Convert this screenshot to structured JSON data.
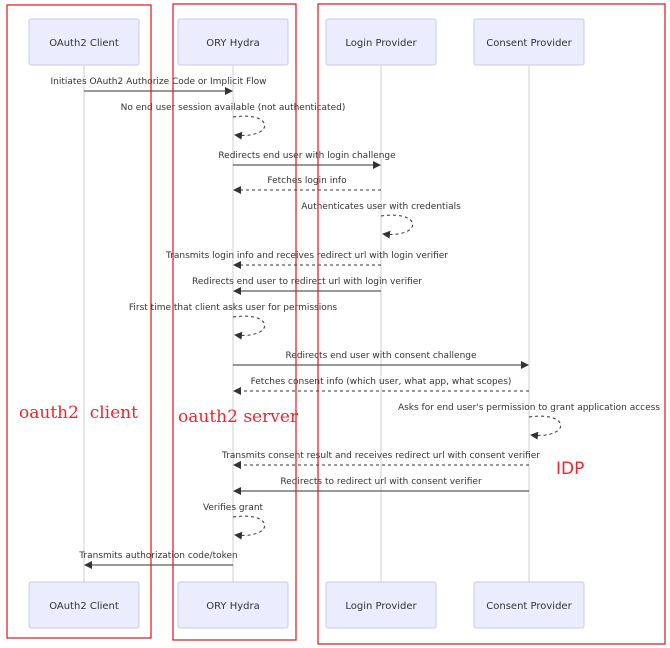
{
  "actors": [
    {
      "id": "client",
      "label": "OAuth2 Client"
    },
    {
      "id": "hydra",
      "label": "ORY Hydra"
    },
    {
      "id": "login",
      "label": "Login Provider"
    },
    {
      "id": "consent",
      "label": "Consent Provider"
    }
  ],
  "messages": [
    {
      "from": "client",
      "to": "hydra",
      "text": "Initiates OAuth2 Authorize Code or Implicit Flow",
      "style": "solid"
    },
    {
      "from": "hydra",
      "to": "hydra",
      "text": "No end user session available (not authenticated)",
      "style": "dashed"
    },
    {
      "from": "hydra",
      "to": "login",
      "text": "Redirects end user with login challenge",
      "style": "solid"
    },
    {
      "from": "login",
      "to": "hydra",
      "text": "Fetches login info",
      "style": "dashed"
    },
    {
      "from": "login",
      "to": "login",
      "text": "Authenticates user with credentials",
      "style": "dashed"
    },
    {
      "from": "login",
      "to": "hydra",
      "text": "Transmits login info and receives redirect url with login verifier",
      "style": "dashed"
    },
    {
      "from": "login",
      "to": "hydra",
      "text": "Redirects end user to redirect url with login verifier",
      "style": "solid"
    },
    {
      "from": "hydra",
      "to": "hydra",
      "text": "First time that client asks user for permissions",
      "style": "dashed"
    },
    {
      "from": "hydra",
      "to": "consent",
      "text": "Redirects end user with consent challenge",
      "style": "solid"
    },
    {
      "from": "consent",
      "to": "hydra",
      "text": "Fetches consent info (which user, what app, what scopes)",
      "style": "dashed"
    },
    {
      "from": "consent",
      "to": "consent",
      "text": "Asks for end user's permission to grant application access",
      "style": "dashed"
    },
    {
      "from": "consent",
      "to": "hydra",
      "text": "Transmits consent result and receives redirect url with consent verifier",
      "style": "dashed"
    },
    {
      "from": "consent",
      "to": "hydra",
      "text": "Redirects to redirect url with consent verifier",
      "style": "solid"
    },
    {
      "from": "hydra",
      "to": "hydra",
      "text": "Verifies grant",
      "style": "dashed"
    },
    {
      "from": "hydra",
      "to": "client",
      "text": "Transmits authorization code/token",
      "style": "solid"
    }
  ],
  "annotations": {
    "client_zone": "oauth2  client",
    "server_zone": "oauth2 server",
    "idp_zone": "IDP"
  },
  "colors": {
    "actor_fill": "#ECECFF",
    "annotation_red": "#e8282e",
    "line": "#333333"
  }
}
